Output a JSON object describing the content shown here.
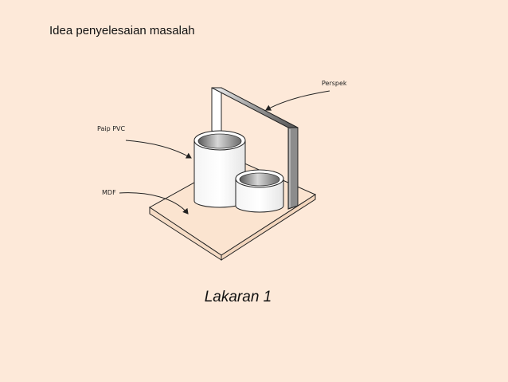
{
  "slide": {
    "title": "Idea penyelesaian masalah",
    "caption": "Lakaran 1"
  },
  "labels": {
    "perspek": "Perspek",
    "paip_pvc": "Paip PVC",
    "mdf": "MDF"
  },
  "colors": {
    "background": "#fde9d9",
    "base_fill": "#fbe4d0",
    "line": "#222222"
  }
}
